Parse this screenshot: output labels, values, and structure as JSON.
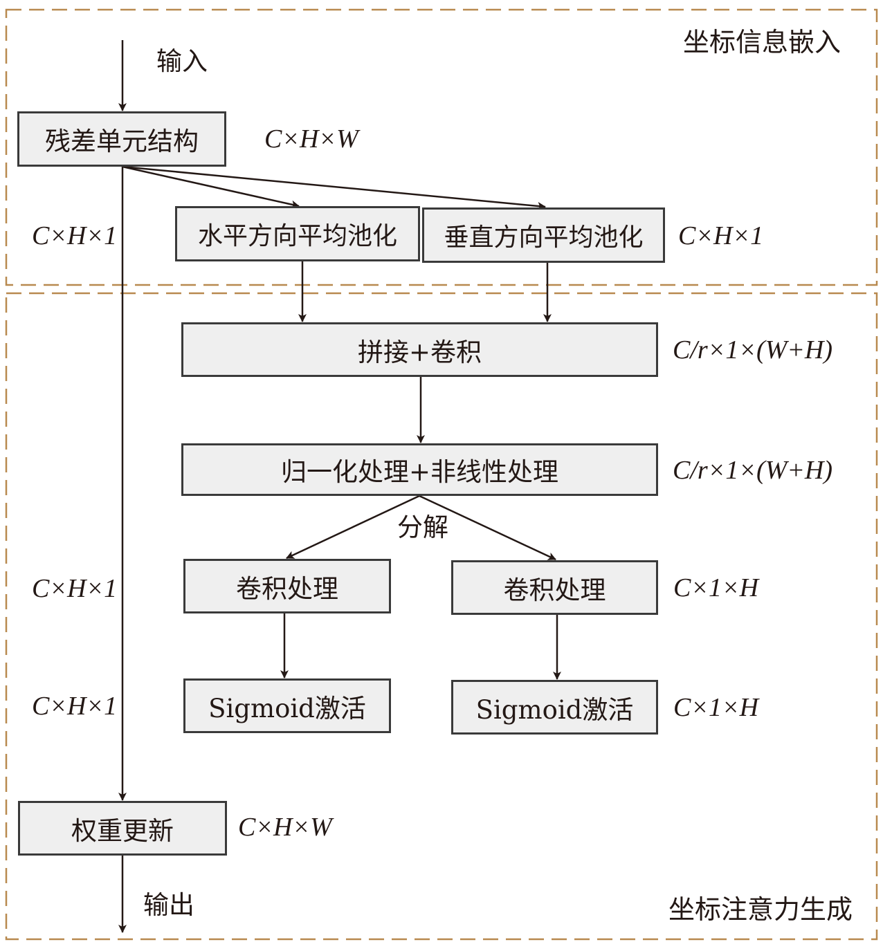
{
  "regions": {
    "embedding_title": "坐标信息嵌入",
    "attention_title": "坐标注意力生成"
  },
  "flow": {
    "input_label": "输入",
    "output_label": "输出",
    "split_label": "分解"
  },
  "boxes": {
    "residual": "残差单元结构",
    "h_pool": "水平方向平均池化",
    "v_pool": "垂直方向平均池化",
    "concat_conv": "拼接+卷积",
    "norm_nonlinear": "归一化处理+非线性处理",
    "conv_left": "卷积处理",
    "conv_right": "卷积处理",
    "sigmoid_left": "Sigmoid激活",
    "sigmoid_right": "Sigmoid激活",
    "reweight": "权重更新"
  },
  "dims": {
    "residual": "C×H×W",
    "bypass_top": "C×H×1",
    "pool_right": "C×H×1",
    "concat": "C/r×1×(W+H)",
    "norm": "C/r×1×(W+H)",
    "bypass_mid": "C×H×1",
    "conv_right": "C×1×H",
    "bypass_low": "C×H×1",
    "sigmoid_right": "C×1×H",
    "reweight": "C×H×W"
  },
  "colors": {
    "dashed_border": "#b8894f",
    "box_fill": "#efefef",
    "box_border": "#3a3a3a",
    "line": "#231815"
  }
}
